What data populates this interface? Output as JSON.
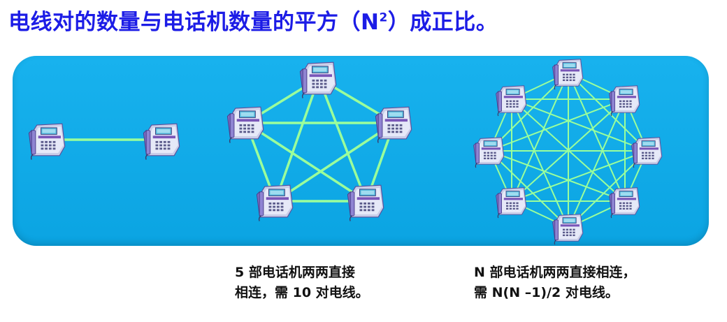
{
  "title": {
    "text_before": "电线对的数量与电话机数量的平方（N",
    "superscript": "2",
    "text_after": "）成正比。"
  },
  "captions": {
    "five_phones": {
      "line1": "5 部电话机两两直接",
      "line2": "相连，需 10 对电线。"
    },
    "n_phones": {
      "line1": "N 部电话机两两直接相连，",
      "line2": "需 N(N –1)/2  对电线。"
    }
  },
  "colors": {
    "title": "#1c1ce6",
    "panel": "#12acea",
    "wire": "#9bff9b",
    "phone_body": "#d8dcf2",
    "phone_accent": "#6a4aa8"
  },
  "icons": [
    "telephone-icon"
  ]
}
